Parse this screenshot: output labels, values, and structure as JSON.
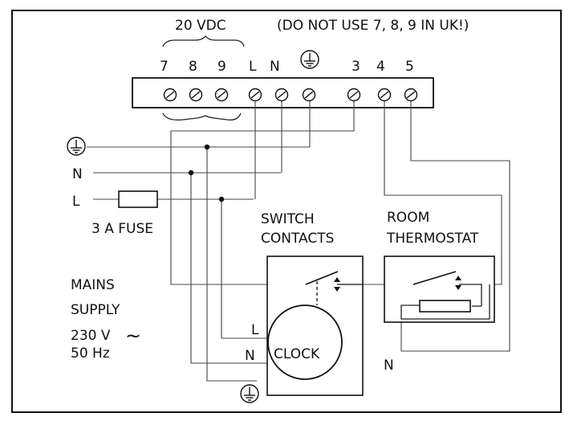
{
  "header": {
    "vdc_label": "20 VDC",
    "uk_note": "(DO NOT USE 7, 8, 9 IN UK!)"
  },
  "terminal_labels": [
    "7",
    "8",
    "9",
    "L",
    "N",
    "3",
    "4",
    "5"
  ],
  "mains": {
    "n_label": "N",
    "l_label": "L",
    "fuse_label": "3 A FUSE",
    "supply_line1": "MAINS",
    "supply_line2": "SUPPLY",
    "voltage": "230 V",
    "tilde": "~",
    "frequency": "50 Hz"
  },
  "switch": {
    "title_line1": "SWITCH",
    "title_line2": "CONTACTS",
    "l_label": "L",
    "n_label": "N",
    "clock_label": "CLOCK"
  },
  "thermostat": {
    "title_line1": "ROOM",
    "title_line2": "THERMOSTAT",
    "n_label": "N"
  },
  "icons": {
    "earth": "earth-ground-icon",
    "screw": "screw-terminal-icon",
    "fuse": "fuse-icon",
    "resistor": "heater-resistor-icon"
  }
}
